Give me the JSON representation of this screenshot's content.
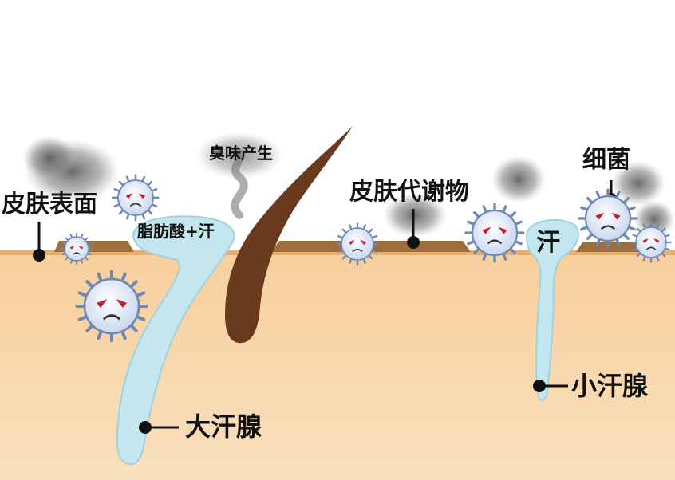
{
  "labels": {
    "skin_surface": "皮肤表面",
    "odor": "臭味产生",
    "metabolites": "皮肤代谢物",
    "bacteria": "细菌",
    "sebum_sweat": "脂肪酸+汗",
    "sweat": "汗",
    "apocrine_gland": "大汗腺",
    "eccrine_gland": "小汗腺"
  },
  "colors": {
    "skin": "#F6D2A0",
    "skin_surface_line": "#E3A766",
    "sweat": "#C4E6EF",
    "hair": "#6A3A1E",
    "smoke": "#6E6E6E",
    "bacteria_body": "#DCE6F4",
    "bacteria_outline": "#6F88B4",
    "bacteria_eyes": "#C51F2E"
  },
  "icons": [
    "bacteria-icon",
    "smoke-cloud-icon",
    "hair-shaft-icon"
  ]
}
